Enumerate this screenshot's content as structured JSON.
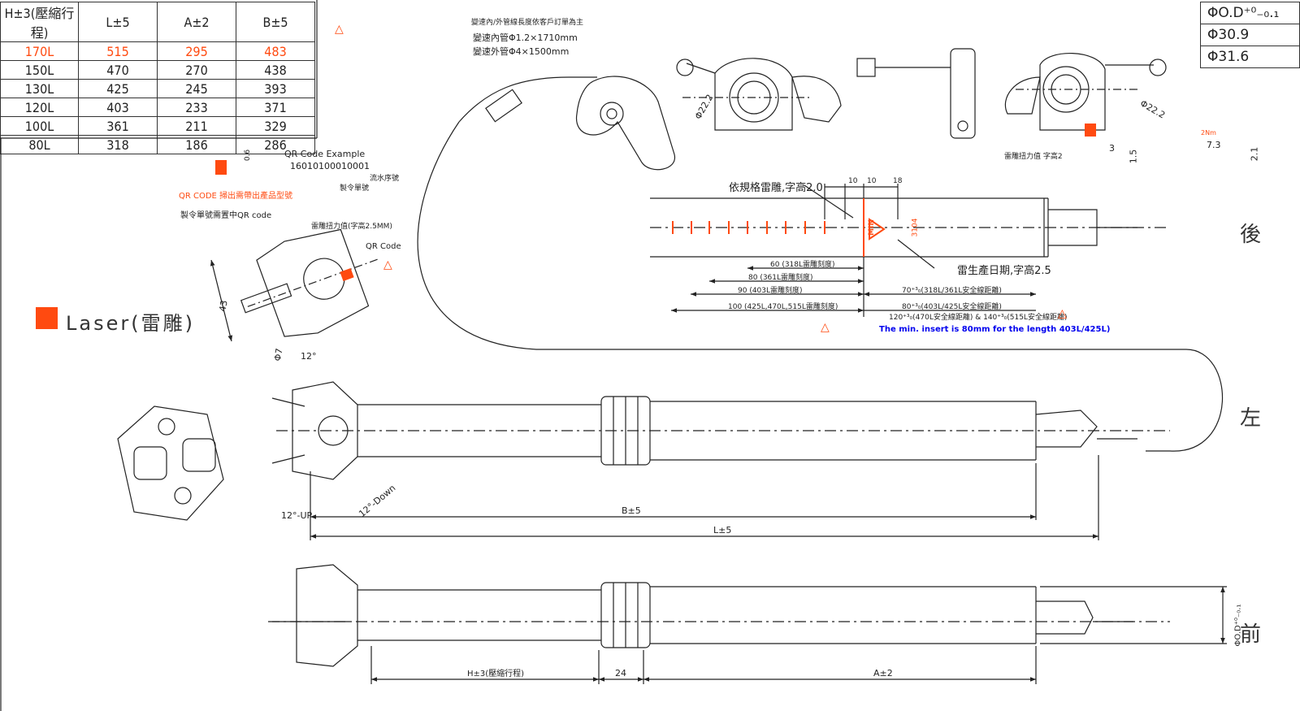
{
  "spec_table": {
    "headers": [
      "H±3(壓縮行程)",
      "L±5",
      "A±2",
      "B±5"
    ],
    "rows": [
      [
        "170L",
        "515",
        "295",
        "483"
      ],
      [
        "150L",
        "470",
        "270",
        "438"
      ],
      [
        "130L",
        "425",
        "245",
        "393"
      ],
      [
        "120L",
        "403",
        "233",
        "371"
      ],
      [
        "100L",
        "361",
        "211",
        "329"
      ],
      [
        "80L",
        "318",
        "186",
        "286"
      ]
    ],
    "highlight_row": 0
  },
  "od_table": {
    "rows": [
      "ΦO.D⁺⁰₋₀.₁",
      "Φ30.9",
      "Φ31.6"
    ]
  },
  "cable_notes": {
    "title": "變速內/外管線長度依客戶訂單為主",
    "inner": "變速內管Φ1.2×1710mm",
    "outer": "變速外管Φ4×1500mm"
  },
  "qr": {
    "example_title": "QR Code Example",
    "example_code": "16010100010001",
    "serial_label": "流水序號",
    "order_label": "製令單號",
    "dim": "0.6",
    "product_note": "QR CODE 掃出需帶出產品型號",
    "place_note": "製令單號需置中QR code",
    "torque_label": "雷雕扭力值(字高2.5MM)",
    "qr_label": "QR Code"
  },
  "laser": {
    "label": "Laser(雷雕)",
    "color": "#ff4a10"
  },
  "side_labels": {
    "rear": "後",
    "left": "左",
    "front": "前"
  },
  "lever_dims": {
    "dia_left": "Φ22.2",
    "dia_right": "Φ22.2",
    "torque_note": "雷雕扭力值 字高2",
    "d3": "3",
    "d15": "1.5",
    "d73": "7.3",
    "d21": "2.1",
    "nm": "2Nm"
  },
  "tube_marks": {
    "engrave_note": "依規格雷雕,字高2.0",
    "d10a": "10",
    "d10b": "10",
    "d18": "18",
    "date_note": "雷生產日期,字高2.5",
    "min": "MIN",
    "date_code": "3104",
    "dims": [
      "60 (318L雷雕刻度)",
      "80 (361L雷雕刻度)",
      "90 (403L雷雕刻度)",
      "100 (425L,470L,515L雷雕刻度)"
    ],
    "safety": [
      "70⁺³₀(318L/361L安全線距離)",
      "80⁺³₀(403L/425L安全線距離)",
      "120⁺³₀(470L安全線距離) & 140⁺³₀(515L安全線距離)"
    ],
    "min_insert_note": "The min. insert is 80mm for the length 403L/425L)"
  },
  "head_dims": {
    "d43": "43",
    "d7": "Φ7",
    "angle12": "12°",
    "up": "12°-UP",
    "down": "12°-Down"
  },
  "main_dims": {
    "b": "B±5",
    "l": "L±5",
    "h": "H±3(壓縮行程)",
    "d24": "24",
    "a": "A±2",
    "od": "ΦO.D⁺⁰₋₀.₁"
  },
  "warn_symbol": "2",
  "colors": {
    "accent": "#ff4a10",
    "line": "#222222",
    "note_blue": "#0000ee"
  }
}
